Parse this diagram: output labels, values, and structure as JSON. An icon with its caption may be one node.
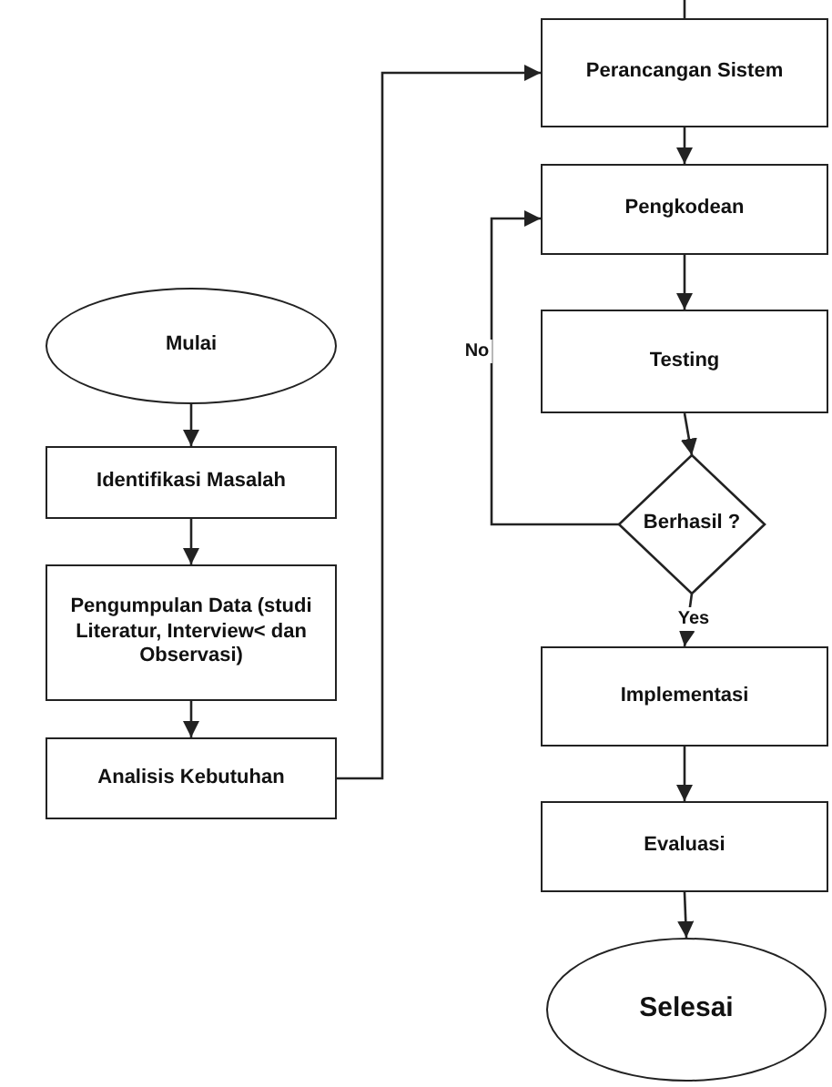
{
  "diagram": {
    "nodes": [
      {
        "text": [
          "Mulai"
        ]
      },
      {
        "text": [
          "Identifikasi Masalah"
        ]
      },
      {
        "text": [
          "Pengumpulan Data (studi Literatur, Interview< dan Observasi)"
        ]
      },
      {
        "text": [
          "Analisis Kebutuhan"
        ]
      },
      {
        "text": [
          "Perancangan Sistem"
        ]
      },
      {
        "text": [
          "Pengkodean"
        ]
      },
      {
        "text": [
          "Testing"
        ]
      },
      {
        "text": [
          "Berhasil ?"
        ]
      },
      {
        "text": [
          "Implementasi"
        ]
      },
      {
        "text": [
          "Evaluasi"
        ]
      },
      {
        "text": [
          "Selesai"
        ]
      }
    ],
    "edges": [
      {
        "from": 0,
        "to": 1,
        "arrow": "to"
      },
      {
        "from": 1,
        "to": 2,
        "arrow": "to"
      },
      {
        "from": 2,
        "to": 3,
        "arrow": "to"
      },
      {
        "from": 3,
        "to": 4,
        "arrow": "to"
      },
      {
        "from": 4,
        "to": 5,
        "arrow": "to"
      },
      {
        "from": 5,
        "to": 6,
        "arrow": "to"
      },
      {
        "from": 6,
        "to": 7,
        "arrow": "to"
      },
      {
        "from": 7,
        "to": 5,
        "arrow": "to",
        "label": "No"
      },
      {
        "from": 7,
        "to": 8,
        "arrow": "to",
        "label": "Yes"
      },
      {
        "from": 8,
        "to": 9,
        "arrow": "to"
      },
      {
        "from": 9,
        "to": 10,
        "arrow": "to"
      },
      {
        "from": null,
        "to": 4,
        "arrow": "none"
      }
    ]
  }
}
